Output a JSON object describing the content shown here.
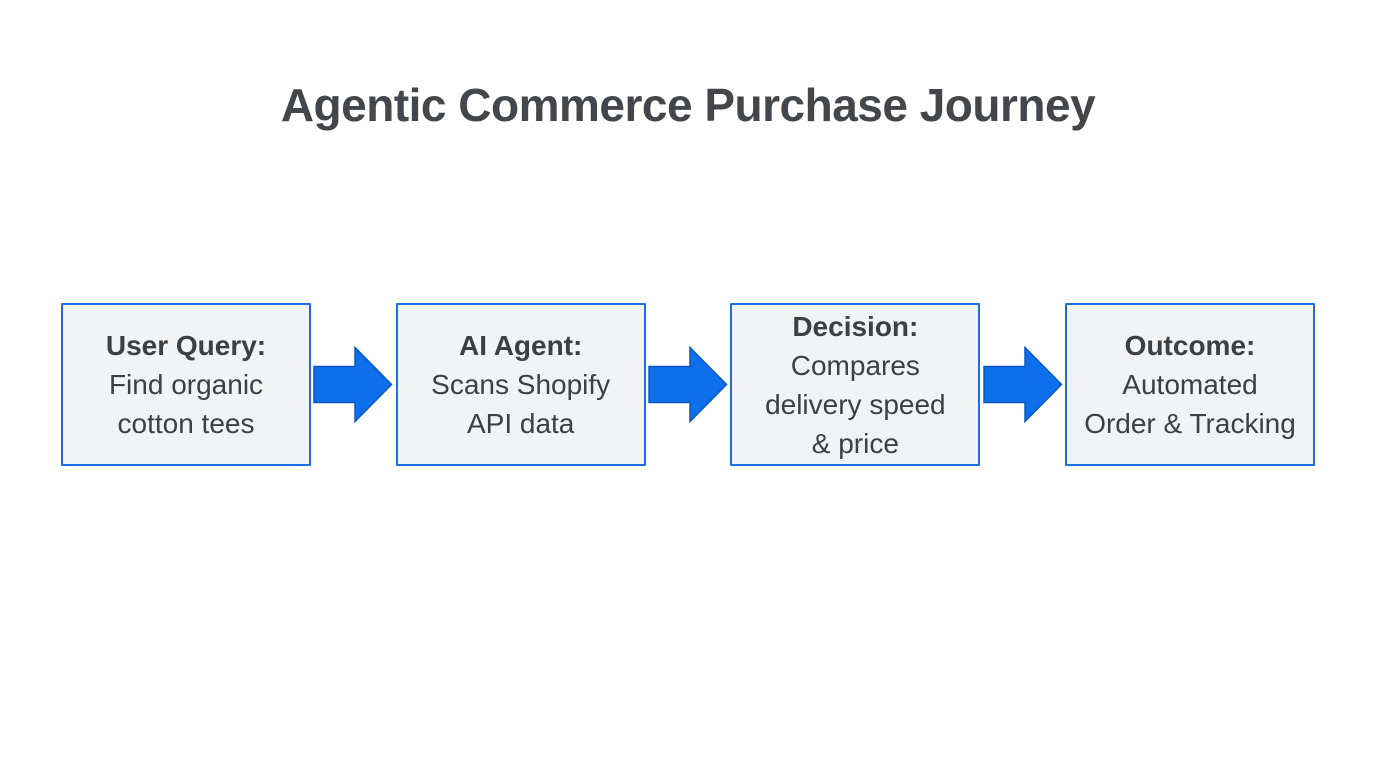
{
  "title": "Agentic Commerce Purchase Journey",
  "flow": {
    "steps": [
      {
        "heading": "User Query:",
        "body": "Find organic\ncotton tees"
      },
      {
        "heading": "AI Agent:",
        "body": "Scans Shopify\nAPI data"
      },
      {
        "heading": "Decision:",
        "body": "Compares\ndelivery speed\n& price"
      },
      {
        "heading": "Outcome:",
        "body": "Automated\nOrder & Tracking"
      }
    ],
    "connector_icon": "arrow-right-icon"
  },
  "colors": {
    "page_background": "#ffffff",
    "title_text": "#43474b",
    "box_text": "#3c4043",
    "box_background": "#f1f3f5",
    "box_border": "#1b6fe0",
    "arrow_fill": "#0e6fec",
    "arrow_stroke": "#0a58c0"
  }
}
